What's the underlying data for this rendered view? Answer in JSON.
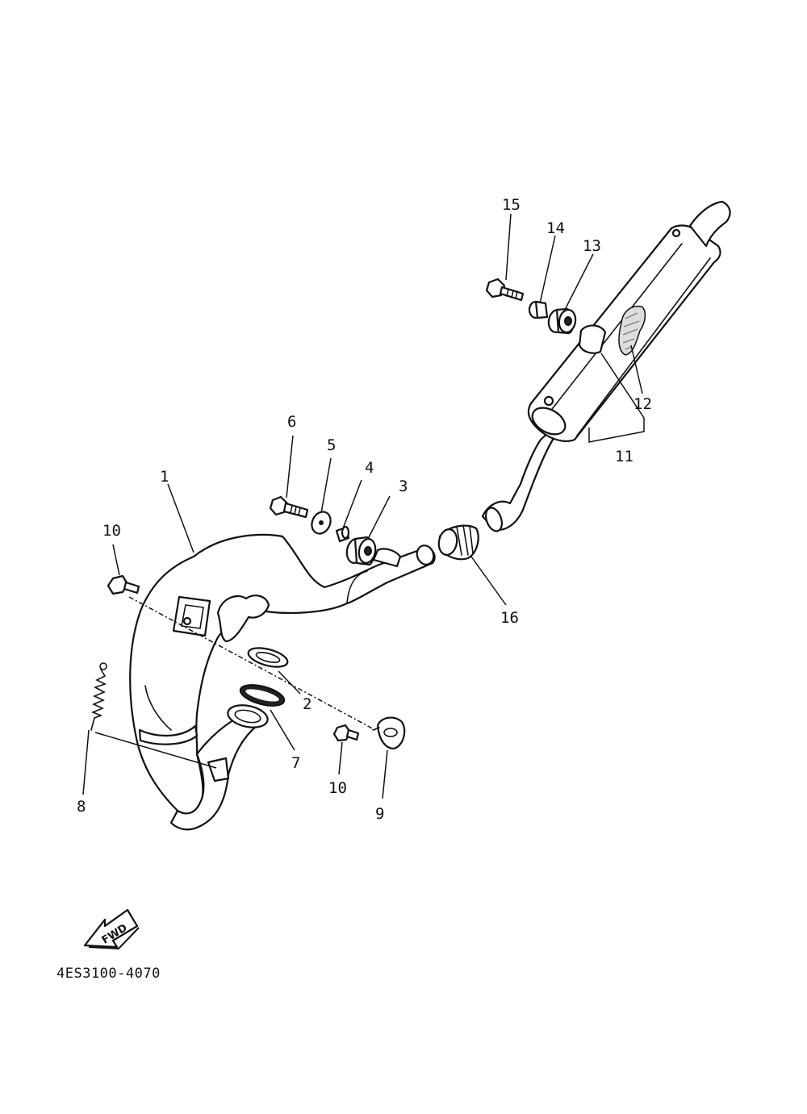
{
  "diagram": {
    "callouts": {
      "c1": "1",
      "c2": "2",
      "c3": "3",
      "c4": "4",
      "c5": "5",
      "c6": "6",
      "c7": "7",
      "c8": "8",
      "c9": "9",
      "c10a": "10",
      "c10b": "10",
      "c11": "11",
      "c12": "12",
      "c13": "13",
      "c14": "14",
      "c15": "15",
      "c16": "16"
    },
    "fwd_label": "FWD",
    "drawing_code": "4ES3100-4070"
  }
}
